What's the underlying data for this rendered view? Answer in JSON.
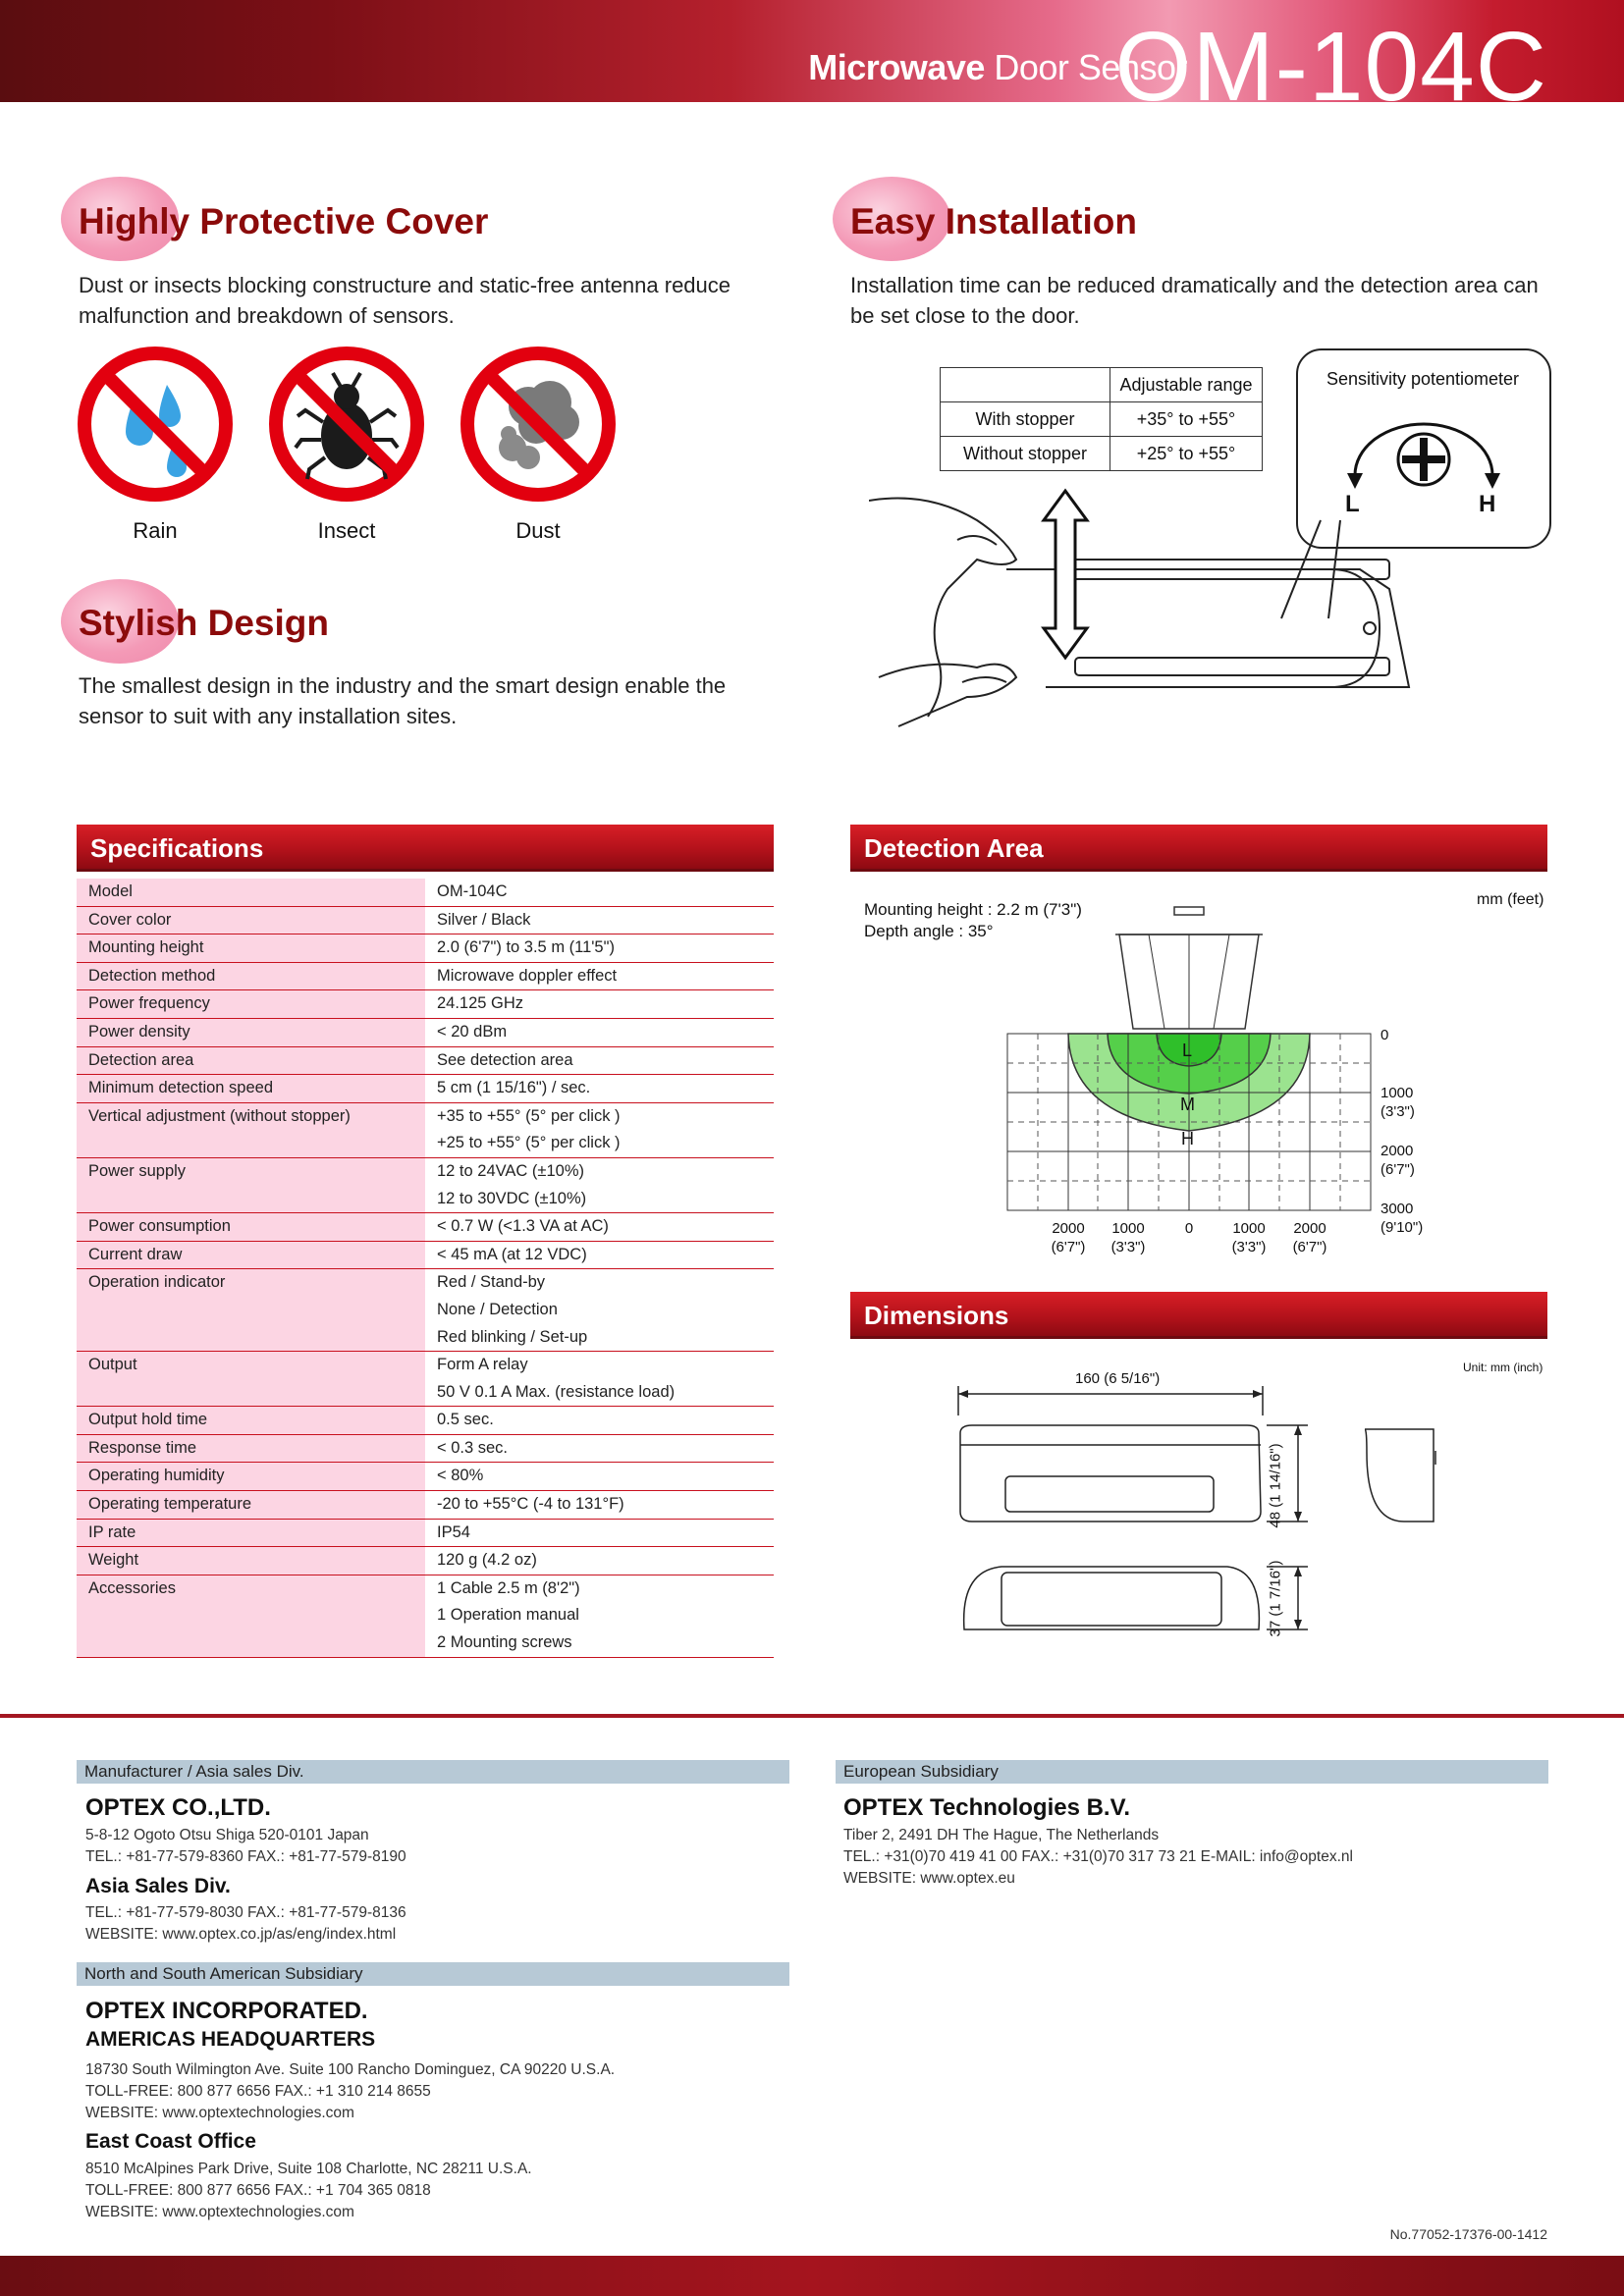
{
  "header": {
    "subtitle_bold": "Microwave",
    "subtitle_rest": "Door Sensor",
    "model": "OM-104C"
  },
  "features": {
    "protective": {
      "title": "Highly Protective Cover",
      "text": "Dust or insects blocking constructure and static-free antenna reduce malfunction and breakdown of sensors.",
      "icons": [
        "Rain",
        "Insect",
        "Dust"
      ]
    },
    "stylish": {
      "title": "Stylish Design",
      "text": "The smallest design in the industry and the smart design enable the sensor to suit with any installation sites."
    },
    "installation": {
      "title": "Easy Installation",
      "text": "Installation time can be reduced dramatically and the detection area can be set close to the door.",
      "table": {
        "header": "Adjustable range",
        "rows": [
          {
            "label": "With stopper",
            "value": "+35°  to +55°"
          },
          {
            "label": "Without stopper",
            "value": "+25°  to +55°"
          }
        ]
      },
      "callout_title": "Sensitivity potentiometer",
      "callout_l": "L",
      "callout_h": "H"
    }
  },
  "specifications": {
    "title": "Specifications",
    "rows": [
      {
        "k": "Model",
        "v": [
          "OM-104C"
        ]
      },
      {
        "k": "Cover color",
        "v": [
          "Silver / Black"
        ]
      },
      {
        "k": "Mounting height",
        "v": [
          "2.0 (6'7\") to 3.5 m (11'5\")"
        ]
      },
      {
        "k": "Detection method",
        "v": [
          "Microwave doppler effect"
        ]
      },
      {
        "k": "Power frequency",
        "v": [
          "24.125 GHz"
        ]
      },
      {
        "k": "Power density",
        "v": [
          "< 20 dBm"
        ]
      },
      {
        "k": "Detection area",
        "v": [
          "See detection area"
        ]
      },
      {
        "k": "Minimum detection speed",
        "v": [
          "5 cm (1 15/16\") / sec."
        ]
      },
      {
        "k": "Vertical adjustment (without stopper)",
        "v": [
          "+35 to +55° (5° per click )",
          "+25 to +55° (5° per click )"
        ]
      },
      {
        "k": "Power supply",
        "v": [
          "12 to 24VAC (±10%)",
          "12 to 30VDC (±10%)"
        ]
      },
      {
        "k": "Power consumption",
        "v": [
          "< 0.7 W (<1.3 VA at AC)"
        ]
      },
      {
        "k": "Current draw",
        "v": [
          "< 45 mA (at 12 VDC)"
        ]
      },
      {
        "k": "Operation indicator",
        "v": [
          "Red / Stand-by",
          "None / Detection",
          "Red blinking / Set-up"
        ]
      },
      {
        "k": "Output",
        "v": [
          "Form A relay",
          "50 V 0.1 A Max. (resistance load)"
        ]
      },
      {
        "k": "Output hold time",
        "v": [
          "0.5 sec."
        ]
      },
      {
        "k": "Response time",
        "v": [
          "< 0.3 sec."
        ]
      },
      {
        "k": "Operating humidity",
        "v": [
          "< 80%"
        ]
      },
      {
        "k": "Operating temperature",
        "v": [
          "-20 to +55°C (-4 to 131°F)"
        ]
      },
      {
        "k": "IP rate",
        "v": [
          "IP54"
        ]
      },
      {
        "k": "Weight",
        "v": [
          "120 g (4.2 oz)"
        ]
      },
      {
        "k": "Accessories",
        "v": [
          "1 Cable 2.5 m (8'2\")",
          "1 Operation manual",
          "2 Mounting screws"
        ]
      }
    ]
  },
  "detection": {
    "title": "Detection Area",
    "mounting": "Mounting height : 2.2 m (7'3\")",
    "depth": "Depth angle : 35°",
    "unit": "mm (feet)",
    "zones": [
      "L",
      "M",
      "H"
    ],
    "y_labels": [
      {
        "v": "0",
        "f": ""
      },
      {
        "v": "1000",
        "f": "(3'3\")"
      },
      {
        "v": "2000",
        "f": "(6'7\")"
      },
      {
        "v": "3000",
        "f": "(9'10\")"
      }
    ],
    "x_labels": [
      {
        "v": "2000",
        "f": "(6'7\")"
      },
      {
        "v": "1000",
        "f": "(3'3\")"
      },
      {
        "v": "0",
        "f": ""
      },
      {
        "v": "1000",
        "f": "(3'3\")"
      },
      {
        "v": "2000",
        "f": "(6'7\")"
      }
    ]
  },
  "dimensions": {
    "title": "Dimensions",
    "unit": "Unit: mm (inch)",
    "width": "160 (6 5/16\")",
    "height": "48 (1 14/16\")",
    "depth": "37 (1 7/16\")"
  },
  "contacts": {
    "asia": {
      "bar": "Manufacturer / Asia sales Div.",
      "company": "OPTEX CO.,LTD.",
      "address": "5-8-12 Ogoto Otsu Shiga 520-0101 Japan",
      "tel": "TEL.: +81-77-579-8360    FAX.: +81-77-579-8190",
      "sub": "Asia Sales Div.",
      "sub_tel": "TEL.: +81-77-579-8030    FAX.: +81-77-579-8136",
      "sub_web": "WEBSITE: www.optex.co.jp/as/eng/index.html"
    },
    "americas": {
      "bar": "North and South American Subsidiary",
      "company": "OPTEX INCORPORATED.",
      "hq": "AMERICAS HEADQUARTERS",
      "address": "18730 South Wilmington Ave. Suite 100 Rancho Dominguez, CA 90220 U.S.A.",
      "tel": "TOLL-FREE: 800 877 6656    FAX.: +1 310 214 8655",
      "web": "WEBSITE: www.optextechnologies.com",
      "east": "East Coast Office",
      "east_address": "8510 McAlpines Park Drive, Suite 108 Charlotte, NC 28211 U.S.A.",
      "east_tel": "TOLL-FREE: 800 877 6656    FAX.: +1 704 365 0818",
      "east_web": "WEBSITE: www.optextechnologies.com"
    },
    "europe": {
      "bar": "European Subsidiary",
      "company": "OPTEX Technologies B.V.",
      "address": "Tiber 2, 2491 DH The Hague, The Netherlands",
      "tel": "TEL.: +31(0)70 419 41 00    FAX.: +31(0)70 317 73 21    E-MAIL: info@optex.nl",
      "web": "WEBSITE: www.optex.eu"
    }
  },
  "doc_number": "No.77052-17376-00-1412"
}
